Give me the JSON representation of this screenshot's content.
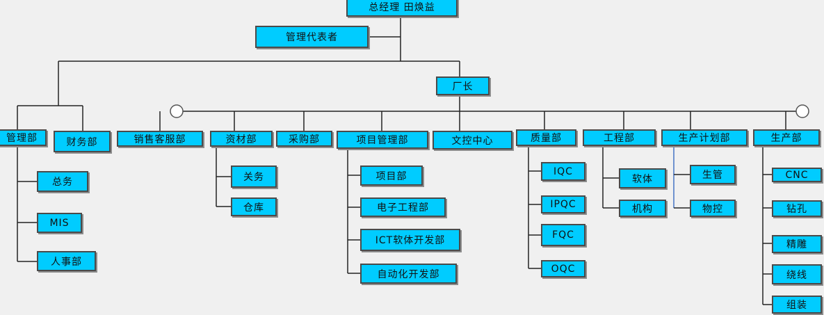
{
  "org": {
    "gm": "总经理 田焕益",
    "mgmt_rep": "管理代表者",
    "plant_manager": "厂长",
    "admin": {
      "label": "管理部",
      "children": [
        "总务",
        "MIS",
        "人事部"
      ]
    },
    "finance": {
      "label": "财务部"
    },
    "sales": {
      "label": "销售客服部"
    },
    "materials": {
      "label": "资材部",
      "children": [
        "关务",
        "仓库"
      ]
    },
    "purchasing": {
      "label": "采购部"
    },
    "project_mgmt": {
      "label": "项目管理部",
      "children": [
        "项目部",
        "电子工程部",
        "ICT软体开发部",
        "自动化开发部"
      ]
    },
    "doc_control": {
      "label": "文控中心"
    },
    "quality": {
      "label": "质量部",
      "children": [
        "IQC",
        "IPQC",
        "FQC",
        "OQC"
      ]
    },
    "engineering": {
      "label": "工程部",
      "children": [
        "软体",
        "机构"
      ]
    },
    "production_planning": {
      "label": "生产计划部",
      "children": [
        "生管",
        "物控"
      ]
    },
    "production": {
      "label": "生产部",
      "children": [
        "CNC",
        "钻孔",
        "精雕",
        "绕线",
        "组装"
      ]
    }
  },
  "colors": {
    "box_fill": "#00ccff",
    "box_border": "#4a4a4a",
    "line": "#222222",
    "background": "#f0f0f0",
    "accent_line": "#4472c4"
  }
}
